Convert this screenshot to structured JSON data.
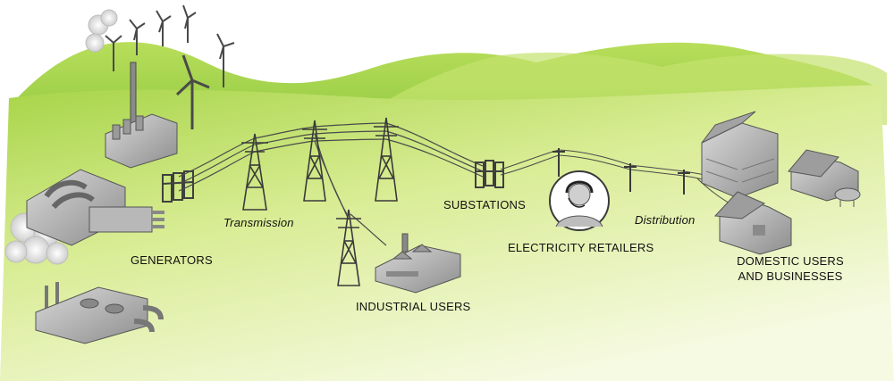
{
  "labels": {
    "generators": "GENERATORS",
    "transmission": "Transmission",
    "substations": "SUBSTATIONS",
    "electricity_retailers": "ELECTRICITY RETAILERS",
    "distribution": "Distribution",
    "industrial_users": "INDUSTRIAL USERS",
    "domestic_line1": "DOMESTIC USERS",
    "domestic_line2": "AND BUSINESSES"
  },
  "colors": {
    "grass_light": "#f4f9d6",
    "grass_mid": "#c8e26a",
    "grass_dark": "#8cc63f",
    "hill": "#9ccc3c",
    "building": "#b4b4b4",
    "building_dark": "#7a7a7a",
    "tower": "#4a4a4a",
    "label": "#111111"
  }
}
